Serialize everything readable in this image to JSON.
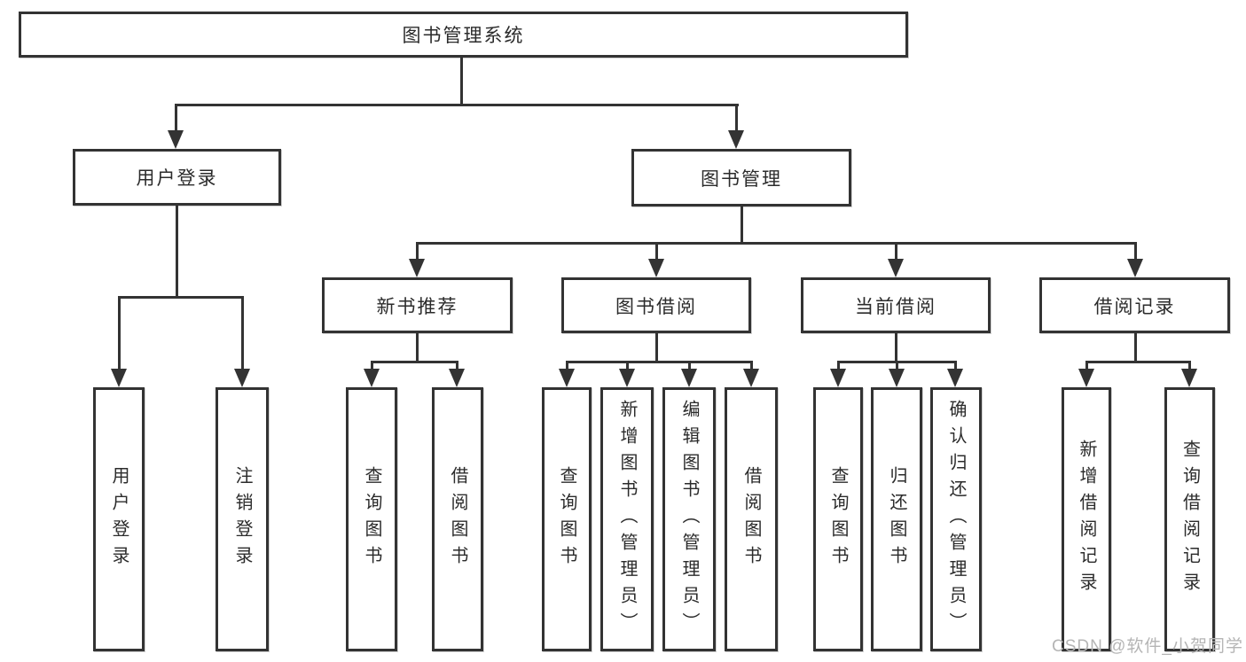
{
  "diagram": {
    "root": {
      "label": "图书管理系统"
    },
    "level2": [
      {
        "label": "用户登录"
      },
      {
        "label": "图书管理"
      }
    ],
    "level3": [
      {
        "label": "新书推荐",
        "parent": "图书管理"
      },
      {
        "label": "图书借阅",
        "parent": "图书管理"
      },
      {
        "label": "当前借阅",
        "parent": "图书管理"
      },
      {
        "label": "借阅记录",
        "parent": "图书管理"
      }
    ],
    "leaves": [
      {
        "label": "用户登录",
        "parent": "用户登录"
      },
      {
        "label": "注销登录",
        "parent": "用户登录"
      },
      {
        "label": "查询图书",
        "parent": "新书推荐"
      },
      {
        "label": "借阅图书",
        "parent": "新书推荐"
      },
      {
        "label": "查询图书",
        "parent": "图书借阅"
      },
      {
        "label": "新增图书（管理员）",
        "parent": "图书借阅"
      },
      {
        "label": "编辑图书（管理员）",
        "parent": "图书借阅"
      },
      {
        "label": "借阅图书",
        "parent": "图书借阅"
      },
      {
        "label": "查询图书",
        "parent": "当前借阅"
      },
      {
        "label": "归还图书",
        "parent": "当前借阅"
      },
      {
        "label": "确认归还（管理员）",
        "parent": "当前借阅"
      },
      {
        "label": "新增借阅记录",
        "parent": "借阅记录"
      },
      {
        "label": "查询借阅记录",
        "parent": "借阅记录"
      }
    ]
  },
  "watermark": {
    "text": "CSDN @软件_小贺同学",
    "color": "#b5b5b5"
  },
  "colors": {
    "line": "#333333",
    "text": "#2b2b2b",
    "background": "#ffffff"
  }
}
